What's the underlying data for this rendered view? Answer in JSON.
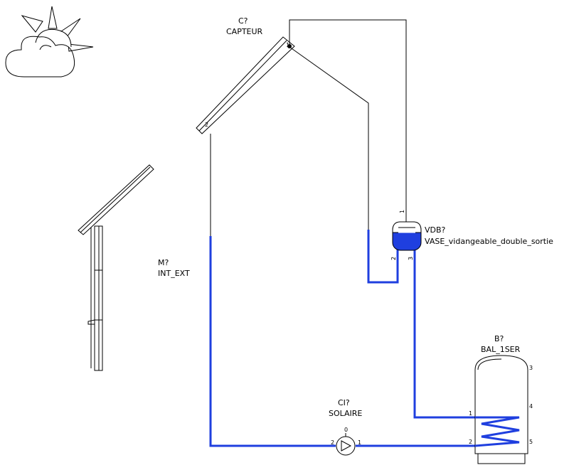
{
  "collector": {
    "ref": "C?",
    "name": "CAPTEUR",
    "pin1": "1",
    "pin2": "2"
  },
  "expansion_vessel": {
    "ref": "VDB?",
    "name": "VASE_vidangeable_double_sortie",
    "pin1": "1",
    "pin2": "2",
    "pin3": "3"
  },
  "int_ext": {
    "ref": "M?",
    "name": "INT_EXT"
  },
  "pump": {
    "ref": "CI?",
    "name": "SOLAIRE",
    "pin0": "0",
    "pin1": "1",
    "pin2": "2"
  },
  "tank": {
    "ref": "B?",
    "name": "BAL_1SER",
    "pin1": "1",
    "pin2": "2",
    "pin3": "3",
    "pin4": "4",
    "pin5": "5"
  },
  "colors": {
    "hot_pipe": "#000000",
    "cold_pipe": "#1f3fdf",
    "fluid": "#1f3fdf"
  },
  "icons": [
    "sun-cloud-icon",
    "solar-panel-stand-icon",
    "pump-icon",
    "coil-icon"
  ]
}
